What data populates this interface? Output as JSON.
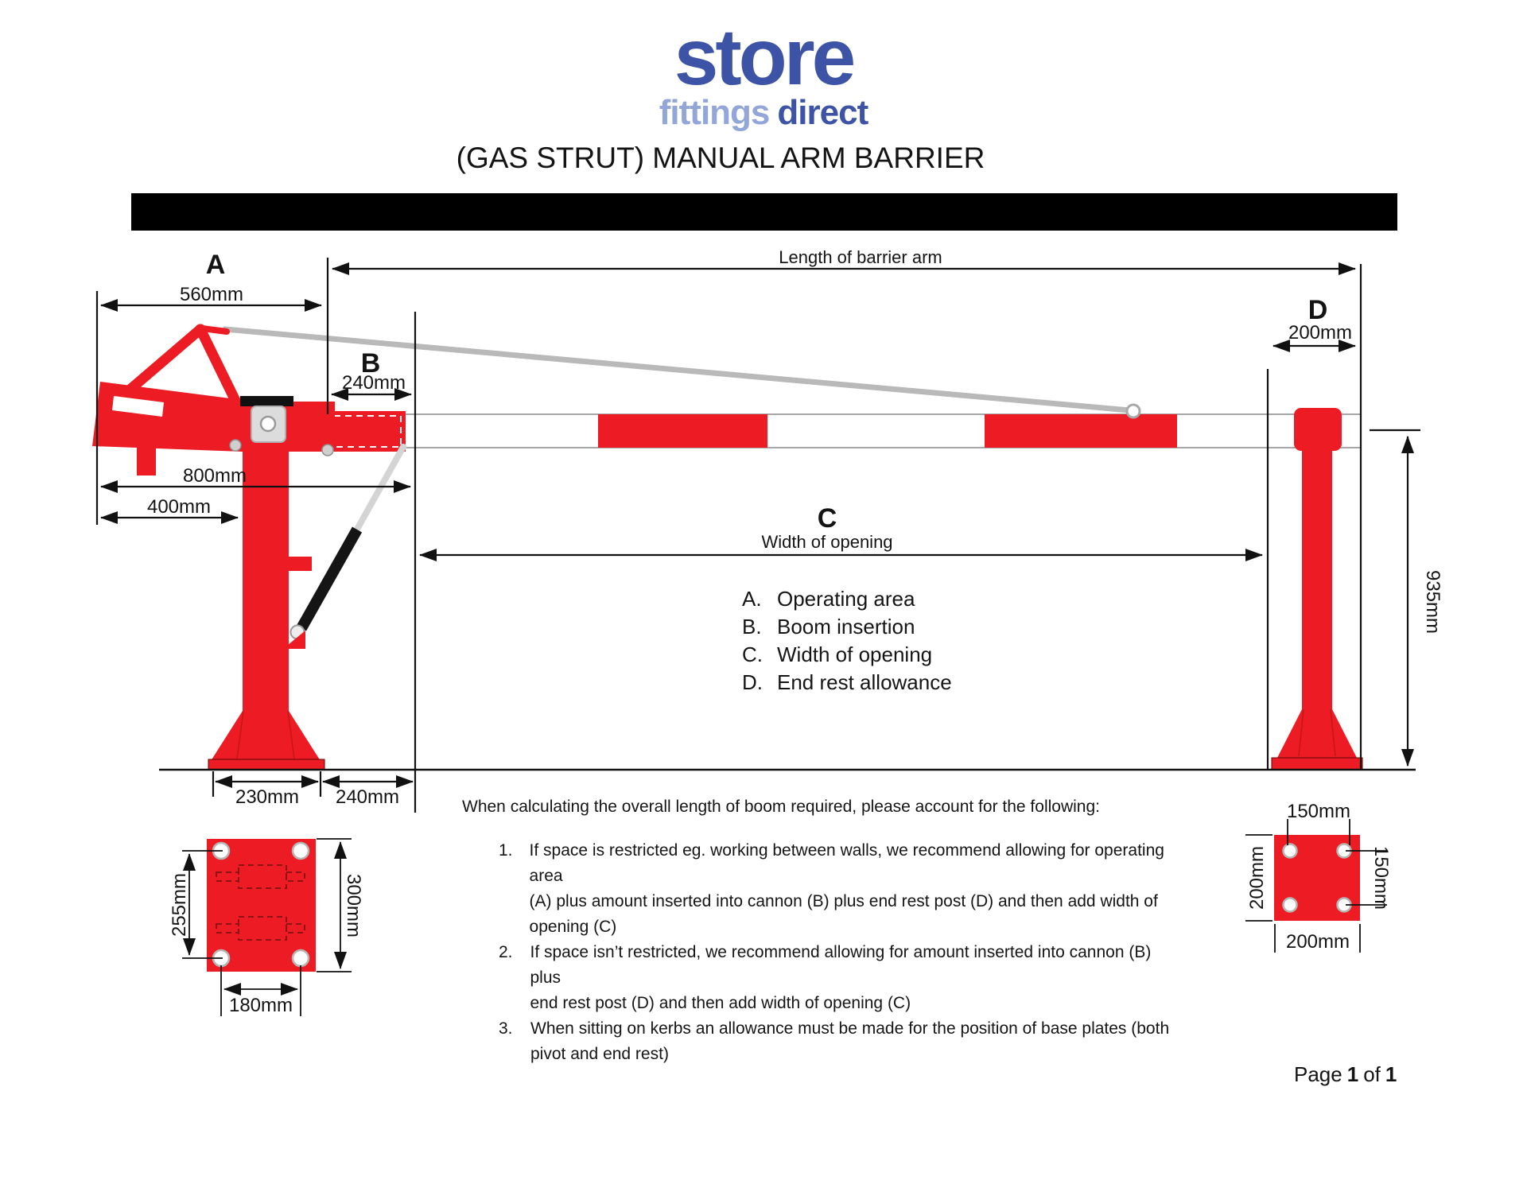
{
  "logo": {
    "store": "store",
    "fittings": "fittings",
    "direct": "direct"
  },
  "title": "(GAS STRUT) MANUAL ARM BARRIER",
  "colors": {
    "red": "#ed1c24",
    "blue_dark": "#3d53a6",
    "blue_light": "#93a6d8",
    "arm_gray": "#b9b9b9"
  },
  "dims": {
    "length_label": "Length of barrier arm",
    "a_letter": "A",
    "a_value": "560mm",
    "b_letter": "B",
    "b_value": "240mm",
    "c_letter": "C",
    "c_label": "Width of opening",
    "d_letter": "D",
    "d_value": "200mm",
    "v800": "800mm",
    "v400": "400mm",
    "v935": "935mm",
    "v230": "230mm",
    "v240": "240mm",
    "pivot_plate": {
      "left": "255mm",
      "right": "300mm",
      "bottom": "180mm"
    },
    "end_plate": {
      "top": "150mm",
      "left": "200mm",
      "right": "150mm",
      "bottom": "200mm"
    }
  },
  "legend": {
    "items": [
      {
        "key": "A.",
        "label": "Operating area"
      },
      {
        "key": "B.",
        "label": "Boom insertion"
      },
      {
        "key": "C.",
        "label": "Width of opening"
      },
      {
        "key": "D.",
        "label": "End rest allowance"
      }
    ]
  },
  "notes": {
    "intro": "When calculating the overall length of boom required, please account for the following:",
    "items": [
      {
        "num": "1.",
        "lines": [
          "If space is restricted eg. working between walls, we recommend allowing for operating area",
          "(A) plus amount inserted into cannon (B) plus end rest post (D) and then add width of",
          "opening (C)"
        ]
      },
      {
        "num": "2.",
        "lines": [
          "If space isn’t restricted, we recommend allowing for amount inserted into cannon (B) plus",
          "end rest post (D) and then add width of opening (C)"
        ]
      },
      {
        "num": "3.",
        "lines": [
          "When sitting on kerbs an allowance must be made for the position of base plates (both",
          "pivot and end rest)"
        ]
      }
    ]
  },
  "footer": {
    "word_page": "Page",
    "num1": "1",
    "word_of": "of",
    "num2": "1"
  }
}
